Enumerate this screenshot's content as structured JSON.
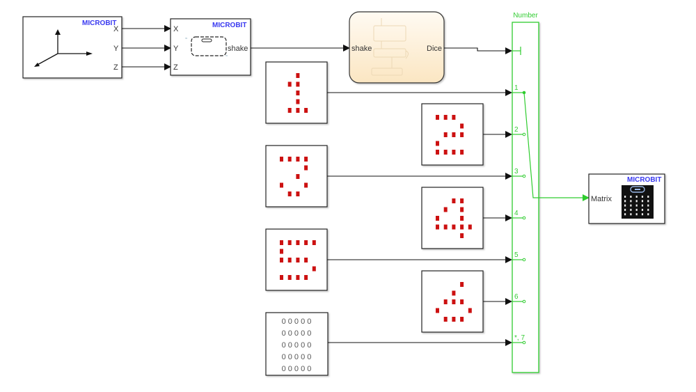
{
  "diagram": {
    "accelerometer_block": {
      "vendor_label": "MICROBIT",
      "outputs": [
        "X",
        "Y",
        "Z"
      ]
    },
    "shake_detect_block": {
      "vendor_label": "MICROBIT",
      "inputs": [
        "X",
        "Y",
        "Z"
      ],
      "output": "shake"
    },
    "chart_block": {
      "input": "shake",
      "output": "Dice"
    },
    "switch_block": {
      "title": "Number",
      "ports": [
        "1",
        "2",
        "3",
        "4",
        "5",
        "6",
        "*, 7"
      ]
    },
    "matrix_block": {
      "vendor_label": "MICROBIT",
      "input": "Matrix"
    },
    "digit_blocks": [
      {
        "digit": 1,
        "pattern": [
          "00100",
          "01100",
          "00100",
          "00100",
          "01110"
        ]
      },
      {
        "digit": 2,
        "pattern": [
          "11100",
          "00010",
          "01110",
          "10000",
          "11110"
        ]
      },
      {
        "digit": 3,
        "pattern": [
          "11110",
          "00010",
          "00100",
          "10010",
          "01100"
        ]
      },
      {
        "digit": 4,
        "pattern": [
          "00110",
          "01010",
          "10010",
          "11111",
          "00010"
        ]
      },
      {
        "digit": 5,
        "pattern": [
          "11111",
          "10000",
          "11110",
          "00001",
          "11110"
        ]
      },
      {
        "digit": 6,
        "pattern": [
          "00010",
          "00100",
          "01110",
          "10001",
          "01110"
        ]
      }
    ],
    "zero_block": {
      "rows": [
        "0 0 0 0 0",
        "0 0 0 0 0",
        "0 0 0 0 0",
        "0 0 0 0 0",
        "0 0 0 0 0"
      ]
    },
    "colors": {
      "signal_green": "#2ecc2e",
      "led_red": "#cc1111",
      "microbit_blue": "#3a3af0",
      "chart_fill": "#fdf1dc"
    }
  }
}
